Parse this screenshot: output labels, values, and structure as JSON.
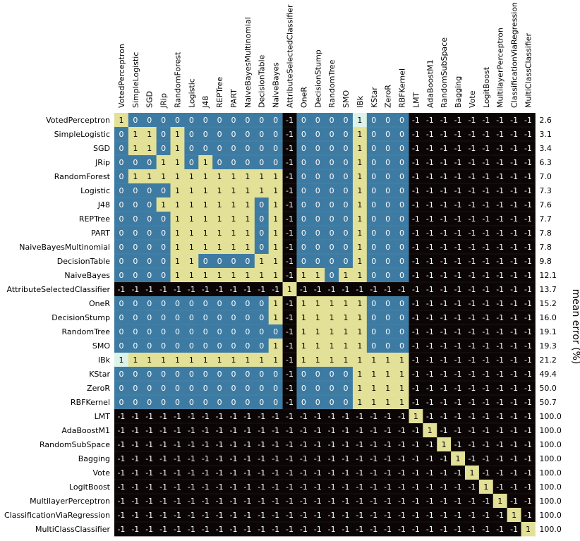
{
  "chart_data": {
    "type": "heatmap",
    "title": "",
    "xlabel": "",
    "ylabel": "mean error (%)",
    "labels": [
      "VotedPerceptron",
      "SimpleLogistic",
      "SGD",
      "JRip",
      "RandomForest",
      "Logistic",
      "J48",
      "REPTree",
      "PART",
      "NaiveBayesMultinomial",
      "DecisionTable",
      "NaiveBayes",
      "AttributeSelectedClassifier",
      "OneR",
      "DecisionStump",
      "RandomTree",
      "SMO",
      "IBk",
      "KStar",
      "ZeroR",
      "RBFKernel",
      "LMT",
      "AdaBoostM1",
      "RandomSubSpace",
      "Bagging",
      "Vote",
      "LogitBoost",
      "MultilayerPerceptron",
      "ClassificationViaRegression",
      "MultiClassClassifier"
    ],
    "mean_error": [
      "2.6",
      "3.1",
      "3.4",
      "6.3",
      "7.0",
      "7.3",
      "7.6",
      "7.7",
      "7.8",
      "7.8",
      "9.8",
      "12.1",
      "13.7",
      "15.2",
      "16.0",
      "19.1",
      "19.3",
      "21.2",
      "49.4",
      "50.0",
      "50.7",
      "100.0",
      "100.0",
      "100.0",
      "100.0",
      "100.0",
      "100.0",
      "100.0",
      "100.0",
      "100.0"
    ],
    "cell_values": [
      -1,
      0,
      1
    ],
    "colors": {
      "-1": "#0b0505",
      "0": "#3d7ba3",
      "1": "#e2e197",
      "mid": "#dcf3e9",
      "text_light": "#ffffff",
      "text_dark": "#000000"
    },
    "matrix": [
      [
        1,
        0,
        0,
        0,
        0,
        0,
        0,
        0,
        0,
        0,
        0,
        0,
        -1,
        0,
        0,
        0,
        0,
        1,
        0,
        0,
        0,
        -1,
        -1,
        -1,
        -1,
        -1,
        -1,
        -1,
        -1,
        -1
      ],
      [
        0,
        1,
        1,
        0,
        1,
        0,
        0,
        0,
        0,
        0,
        0,
        0,
        -1,
        0,
        0,
        0,
        0,
        1,
        0,
        0,
        0,
        -1,
        -1,
        -1,
        -1,
        -1,
        -1,
        -1,
        -1,
        -1
      ],
      [
        0,
        1,
        1,
        0,
        1,
        0,
        0,
        0,
        0,
        0,
        0,
        0,
        -1,
        0,
        0,
        0,
        0,
        1,
        0,
        0,
        0,
        -1,
        -1,
        -1,
        -1,
        -1,
        -1,
        -1,
        -1,
        -1
      ],
      [
        0,
        0,
        0,
        1,
        1,
        0,
        1,
        0,
        0,
        0,
        0,
        0,
        -1,
        0,
        0,
        0,
        0,
        1,
        0,
        0,
        0,
        -1,
        -1,
        -1,
        -1,
        -1,
        -1,
        -1,
        -1,
        -1
      ],
      [
        0,
        1,
        1,
        1,
        1,
        1,
        1,
        1,
        1,
        1,
        1,
        1,
        -1,
        0,
        0,
        0,
        0,
        1,
        0,
        0,
        0,
        -1,
        -1,
        -1,
        -1,
        -1,
        -1,
        -1,
        -1,
        -1
      ],
      [
        0,
        0,
        0,
        0,
        1,
        1,
        1,
        1,
        1,
        1,
        1,
        1,
        -1,
        0,
        0,
        0,
        0,
        1,
        0,
        0,
        0,
        -1,
        -1,
        -1,
        -1,
        -1,
        -1,
        -1,
        -1,
        -1
      ],
      [
        0,
        0,
        0,
        1,
        1,
        1,
        1,
        1,
        1,
        1,
        0,
        1,
        -1,
        0,
        0,
        0,
        0,
        1,
        0,
        0,
        0,
        -1,
        -1,
        -1,
        -1,
        -1,
        -1,
        -1,
        -1,
        -1
      ],
      [
        0,
        0,
        0,
        0,
        1,
        1,
        1,
        1,
        1,
        1,
        0,
        1,
        -1,
        0,
        0,
        0,
        0,
        1,
        0,
        0,
        0,
        -1,
        -1,
        -1,
        -1,
        -1,
        -1,
        -1,
        -1,
        -1
      ],
      [
        0,
        0,
        0,
        0,
        1,
        1,
        1,
        1,
        1,
        1,
        0,
        1,
        -1,
        0,
        0,
        0,
        0,
        1,
        0,
        0,
        0,
        -1,
        -1,
        -1,
        -1,
        -1,
        -1,
        -1,
        -1,
        -1
      ],
      [
        0,
        0,
        0,
        0,
        1,
        1,
        1,
        1,
        1,
        1,
        0,
        1,
        -1,
        0,
        0,
        0,
        0,
        1,
        0,
        0,
        0,
        -1,
        -1,
        -1,
        -1,
        -1,
        -1,
        -1,
        -1,
        -1
      ],
      [
        0,
        0,
        0,
        0,
        1,
        1,
        0,
        0,
        0,
        0,
        1,
        1,
        -1,
        0,
        0,
        0,
        0,
        1,
        0,
        0,
        0,
        -1,
        -1,
        -1,
        -1,
        -1,
        -1,
        -1,
        -1,
        -1
      ],
      [
        0,
        0,
        0,
        0,
        1,
        1,
        1,
        1,
        1,
        1,
        1,
        1,
        -1,
        1,
        1,
        0,
        1,
        1,
        0,
        0,
        0,
        -1,
        -1,
        -1,
        -1,
        -1,
        -1,
        -1,
        -1,
        -1
      ],
      [
        -1,
        -1,
        -1,
        -1,
        -1,
        -1,
        -1,
        -1,
        -1,
        -1,
        -1,
        -1,
        1,
        -1,
        -1,
        -1,
        -1,
        -1,
        -1,
        -1,
        -1,
        -1,
        -1,
        -1,
        -1,
        -1,
        -1,
        -1,
        -1,
        -1
      ],
      [
        0,
        0,
        0,
        0,
        0,
        0,
        0,
        0,
        0,
        0,
        0,
        1,
        -1,
        1,
        1,
        1,
        1,
        1,
        0,
        0,
        0,
        -1,
        -1,
        -1,
        -1,
        -1,
        -1,
        -1,
        -1,
        -1
      ],
      [
        0,
        0,
        0,
        0,
        0,
        0,
        0,
        0,
        0,
        0,
        0,
        1,
        -1,
        1,
        1,
        1,
        1,
        1,
        0,
        0,
        0,
        -1,
        -1,
        -1,
        -1,
        -1,
        -1,
        -1,
        -1,
        -1
      ],
      [
        0,
        0,
        0,
        0,
        0,
        0,
        0,
        0,
        0,
        0,
        0,
        0,
        -1,
        1,
        1,
        1,
        1,
        1,
        0,
        0,
        0,
        -1,
        -1,
        -1,
        -1,
        -1,
        -1,
        -1,
        -1,
        -1
      ],
      [
        0,
        0,
        0,
        0,
        0,
        0,
        0,
        0,
        0,
        0,
        0,
        1,
        -1,
        1,
        1,
        1,
        1,
        1,
        0,
        0,
        0,
        -1,
        -1,
        -1,
        -1,
        -1,
        -1,
        -1,
        -1,
        -1
      ],
      [
        1,
        1,
        1,
        1,
        1,
        1,
        1,
        1,
        1,
        1,
        1,
        1,
        -1,
        1,
        1,
        1,
        1,
        1,
        1,
        1,
        1,
        -1,
        -1,
        -1,
        -1,
        -1,
        -1,
        -1,
        -1,
        -1
      ],
      [
        0,
        0,
        0,
        0,
        0,
        0,
        0,
        0,
        0,
        0,
        0,
        0,
        -1,
        0,
        0,
        0,
        0,
        1,
        1,
        1,
        1,
        -1,
        -1,
        -1,
        -1,
        -1,
        -1,
        -1,
        -1,
        -1
      ],
      [
        0,
        0,
        0,
        0,
        0,
        0,
        0,
        0,
        0,
        0,
        0,
        0,
        -1,
        0,
        0,
        0,
        0,
        1,
        1,
        1,
        1,
        -1,
        -1,
        -1,
        -1,
        -1,
        -1,
        -1,
        -1,
        -1
      ],
      [
        0,
        0,
        0,
        0,
        0,
        0,
        0,
        0,
        0,
        0,
        0,
        0,
        -1,
        0,
        0,
        0,
        0,
        1,
        1,
        1,
        1,
        -1,
        -1,
        -1,
        -1,
        -1,
        -1,
        -1,
        -1,
        -1
      ],
      [
        -1,
        -1,
        -1,
        -1,
        -1,
        -1,
        -1,
        -1,
        -1,
        -1,
        -1,
        -1,
        -1,
        -1,
        -1,
        -1,
        -1,
        -1,
        -1,
        -1,
        -1,
        1,
        -1,
        -1,
        -1,
        -1,
        -1,
        -1,
        -1,
        -1
      ],
      [
        -1,
        -1,
        -1,
        -1,
        -1,
        -1,
        -1,
        -1,
        -1,
        -1,
        -1,
        -1,
        -1,
        -1,
        -1,
        -1,
        -1,
        -1,
        -1,
        -1,
        -1,
        -1,
        1,
        -1,
        -1,
        -1,
        -1,
        -1,
        -1,
        -1
      ],
      [
        -1,
        -1,
        -1,
        -1,
        -1,
        -1,
        -1,
        -1,
        -1,
        -1,
        -1,
        -1,
        -1,
        -1,
        -1,
        -1,
        -1,
        -1,
        -1,
        -1,
        -1,
        -1,
        -1,
        1,
        -1,
        -1,
        -1,
        -1,
        -1,
        -1
      ],
      [
        -1,
        -1,
        -1,
        -1,
        -1,
        -1,
        -1,
        -1,
        -1,
        -1,
        -1,
        -1,
        -1,
        -1,
        -1,
        -1,
        -1,
        -1,
        -1,
        -1,
        -1,
        -1,
        -1,
        -1,
        1,
        -1,
        -1,
        -1,
        -1,
        -1
      ],
      [
        -1,
        -1,
        -1,
        -1,
        -1,
        -1,
        -1,
        -1,
        -1,
        -1,
        -1,
        -1,
        -1,
        -1,
        -1,
        -1,
        -1,
        -1,
        -1,
        -1,
        -1,
        -1,
        -1,
        -1,
        -1,
        1,
        -1,
        -1,
        -1,
        -1
      ],
      [
        -1,
        -1,
        -1,
        -1,
        -1,
        -1,
        -1,
        -1,
        -1,
        -1,
        -1,
        -1,
        -1,
        -1,
        -1,
        -1,
        -1,
        -1,
        -1,
        -1,
        -1,
        -1,
        -1,
        -1,
        -1,
        -1,
        1,
        -1,
        -1,
        -1
      ],
      [
        -1,
        -1,
        -1,
        -1,
        -1,
        -1,
        -1,
        -1,
        -1,
        -1,
        -1,
        -1,
        -1,
        -1,
        -1,
        -1,
        -1,
        -1,
        -1,
        -1,
        -1,
        -1,
        -1,
        -1,
        -1,
        -1,
        -1,
        1,
        -1,
        -1
      ],
      [
        -1,
        -1,
        -1,
        -1,
        -1,
        -1,
        -1,
        -1,
        -1,
        -1,
        -1,
        -1,
        -1,
        -1,
        -1,
        -1,
        -1,
        -1,
        -1,
        -1,
        -1,
        -1,
        -1,
        -1,
        -1,
        -1,
        -1,
        -1,
        1,
        -1
      ],
      [
        -1,
        -1,
        -1,
        -1,
        -1,
        -1,
        -1,
        -1,
        -1,
        -1,
        -1,
        -1,
        -1,
        -1,
        -1,
        -1,
        -1,
        -1,
        -1,
        -1,
        -1,
        -1,
        -1,
        -1,
        -1,
        -1,
        -1,
        -1,
        -1,
        1
      ]
    ]
  }
}
